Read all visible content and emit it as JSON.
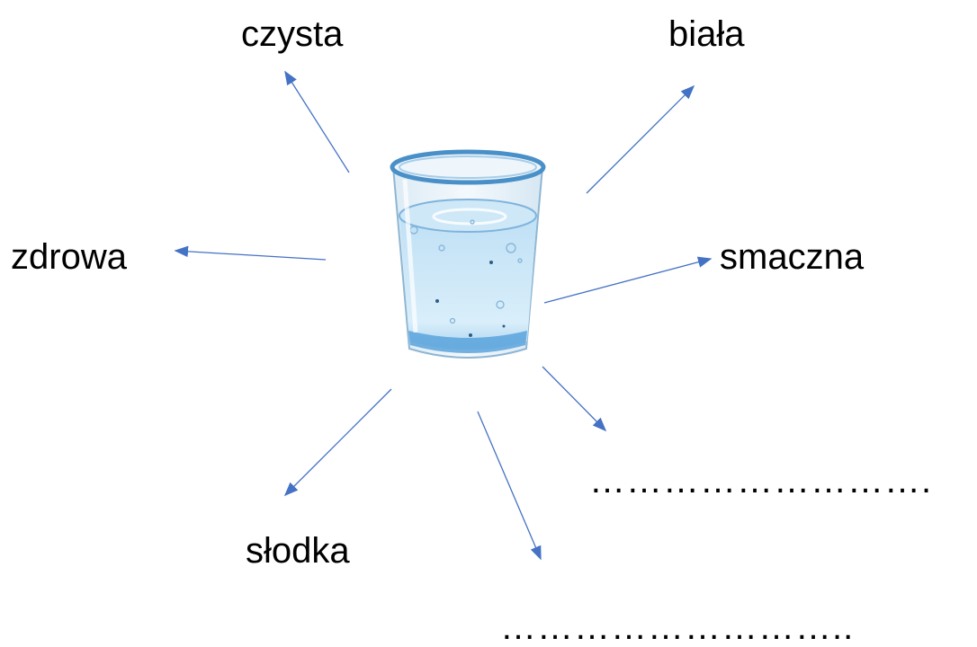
{
  "words": {
    "czysta": "czysta",
    "biala": "biała",
    "zdrowa": "zdrowa",
    "smaczna": "smaczna",
    "slodka": "słodka",
    "blank_1": "……………………….",
    "blank_2": "……………………….."
  },
  "colors": {
    "arrow": "#4472C4",
    "water": "#5BA3DC",
    "glass_rim": "#4A90C8"
  },
  "icons": {
    "center": "glass-of-water-icon"
  }
}
